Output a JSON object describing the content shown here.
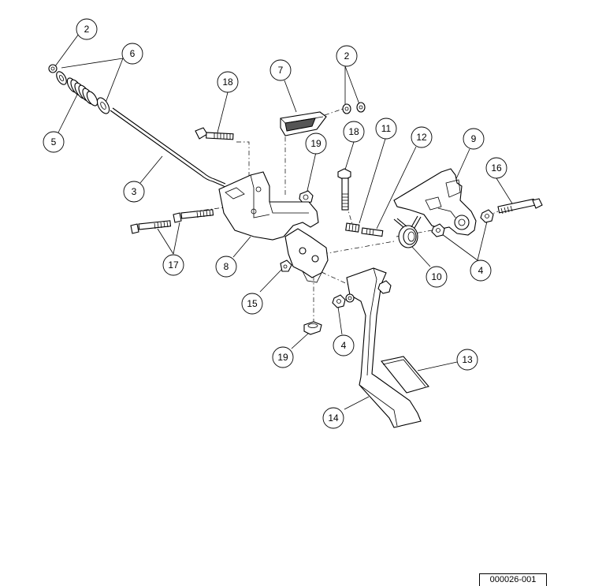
{
  "figure_id": "000026-001",
  "callouts": {
    "c2a": "2",
    "c6": "6",
    "c5": "5",
    "c3": "3",
    "c18a": "18",
    "c7": "7",
    "c2b": "2",
    "c19a": "19",
    "c18b": "18",
    "c11": "11",
    "c12": "12",
    "c9": "9",
    "c16": "16",
    "c17": "17",
    "c8": "8",
    "c10": "10",
    "c4a": "4",
    "c15": "15",
    "c4b": "4",
    "c19b": "19",
    "c13": "13",
    "c14": "14"
  }
}
